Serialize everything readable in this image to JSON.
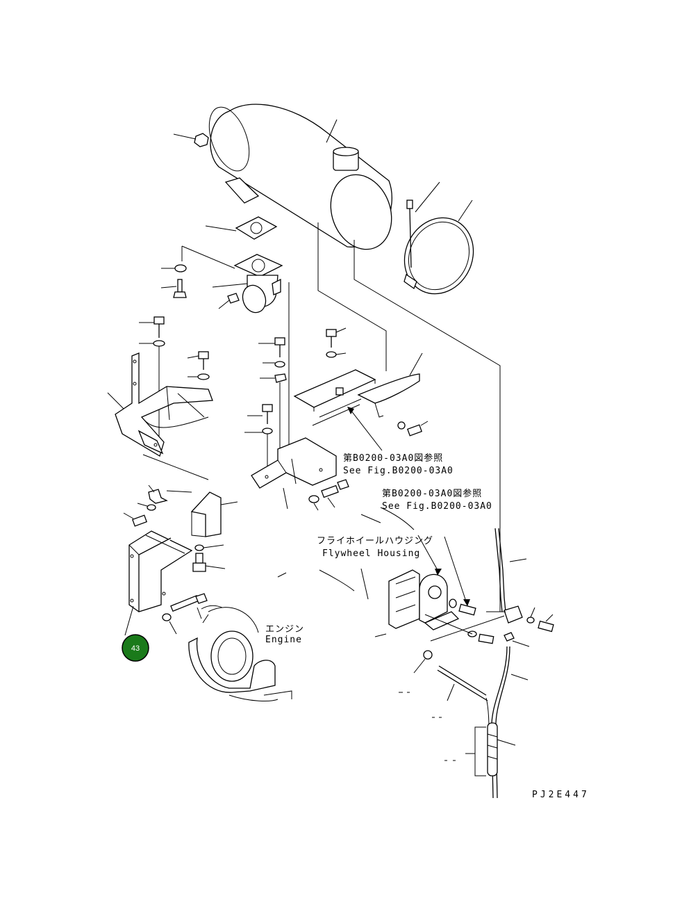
{
  "diagram": {
    "ref_b0200_jp_1": "第B0200-03A0図参照",
    "ref_b0200_en_1": "See Fig.B0200-03A0",
    "ref_b0200_jp_2": "第B0200-03A0図参照",
    "ref_b0200_en_2": "See Fig.B0200-03A0",
    "flywheel_jp": "フライホイールハウジング",
    "flywheel_en": "Flywheel Housing",
    "engine_jp": "エンジン",
    "engine_en": "Engine",
    "drawing_code": "PJ2E447",
    "callout_number": "43",
    "callout_color": "#1a7a1a"
  }
}
